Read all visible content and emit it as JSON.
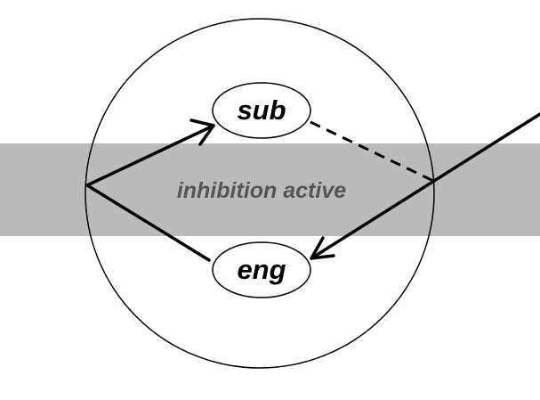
{
  "band": {
    "label": "inhibition active"
  },
  "nodes": {
    "sub": {
      "label": "sub"
    },
    "eng": {
      "label": "eng"
    }
  },
  "colors": {
    "band_fill": "#bbbbbb",
    "band_text": "#555555",
    "stroke": "#000000",
    "background": "#ffffff"
  }
}
